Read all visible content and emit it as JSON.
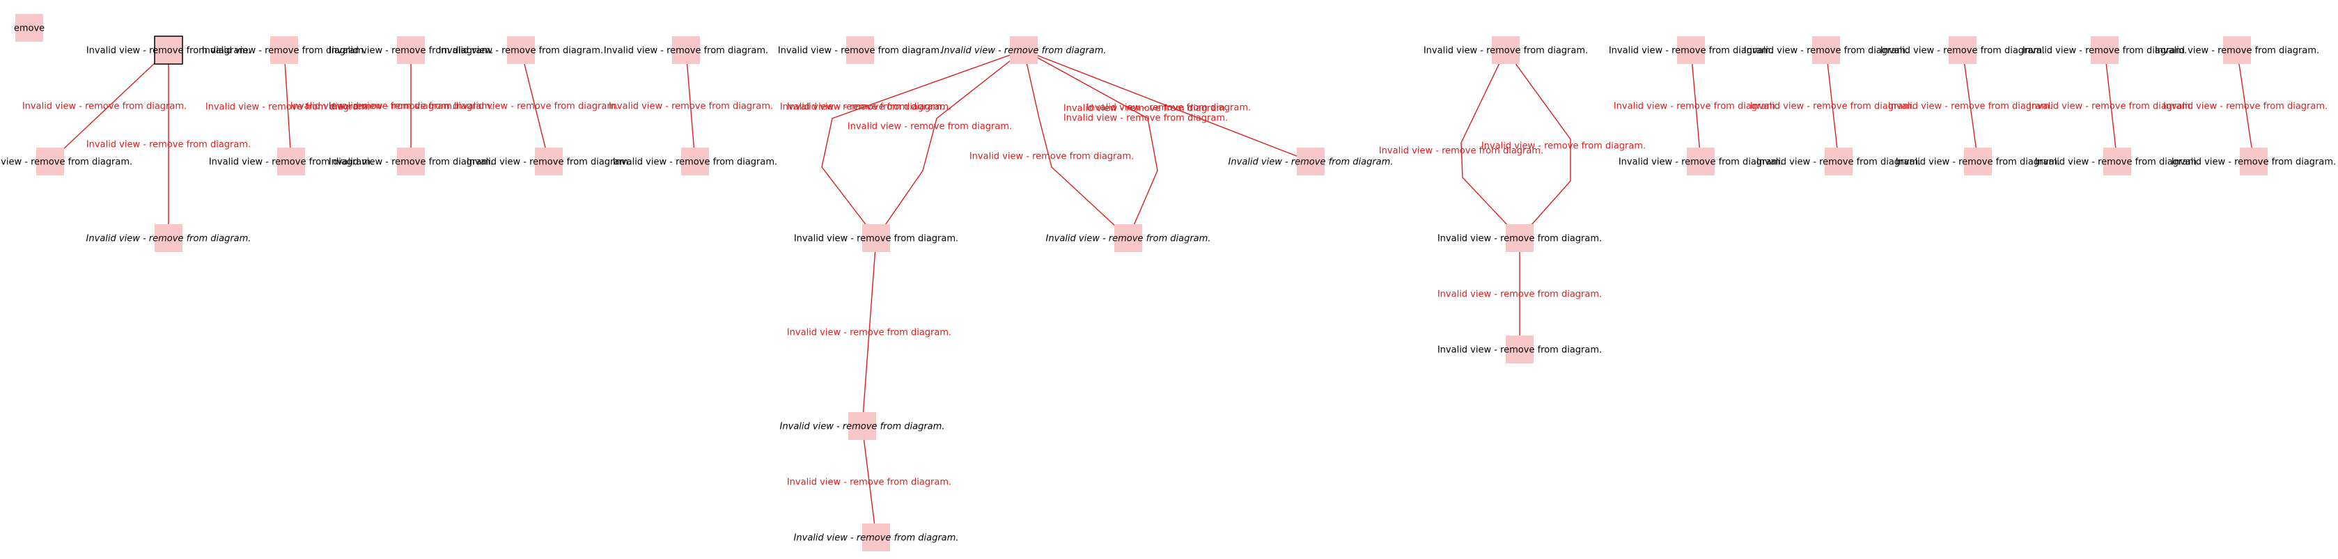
{
  "diagram": {
    "colors": {
      "node_fill": "#f8c8c8",
      "edge": "#d92020",
      "edge_label": "#d92020",
      "node_label": "#000000",
      "selection": "#000000"
    },
    "stub_label": "emove",
    "node_label": "Invalid view - remove from diagram.",
    "edge_label": "Invalid view - remove from diagram."
  }
}
